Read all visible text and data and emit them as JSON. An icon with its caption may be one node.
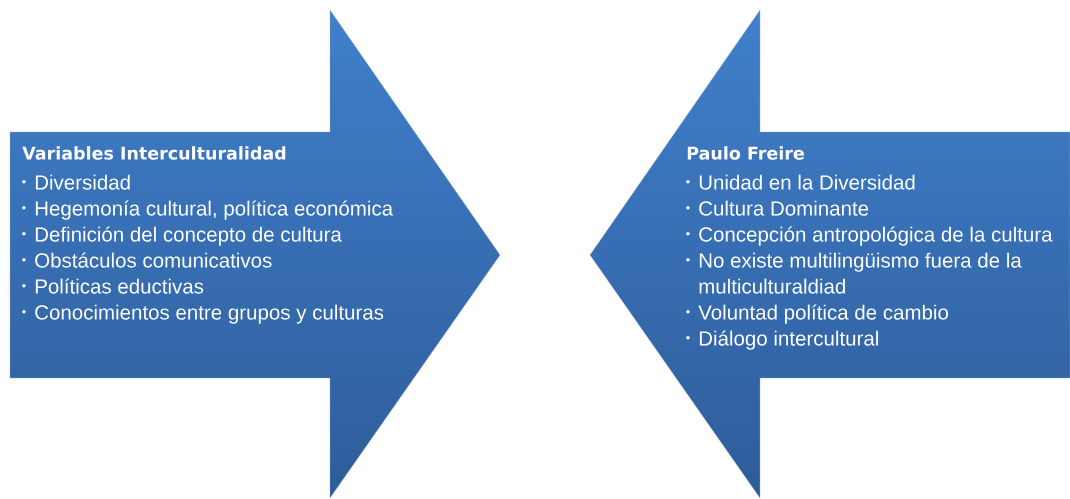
{
  "diagram": {
    "nodes": [
      {
        "text": [
          "Variables Interculturalidad",
          "Diversidad",
          "Hegemonía cultural, política económica",
          "Definición del concepto de cultura",
          "Obstáculos comunicativos",
          "Políticas eductivas",
          "Conocimientos entre grupos y culturas"
        ]
      },
      {
        "text": [
          "Paulo Freire",
          "Unidad en la Diversidad",
          "Cultura Dominante",
          "Concepción antropológica de la cultura",
          "No existe multilingüismo fuera de la multiculturaldiad",
          "Voluntad política de cambio",
          "Diálogo intercultural"
        ]
      }
    ]
  }
}
